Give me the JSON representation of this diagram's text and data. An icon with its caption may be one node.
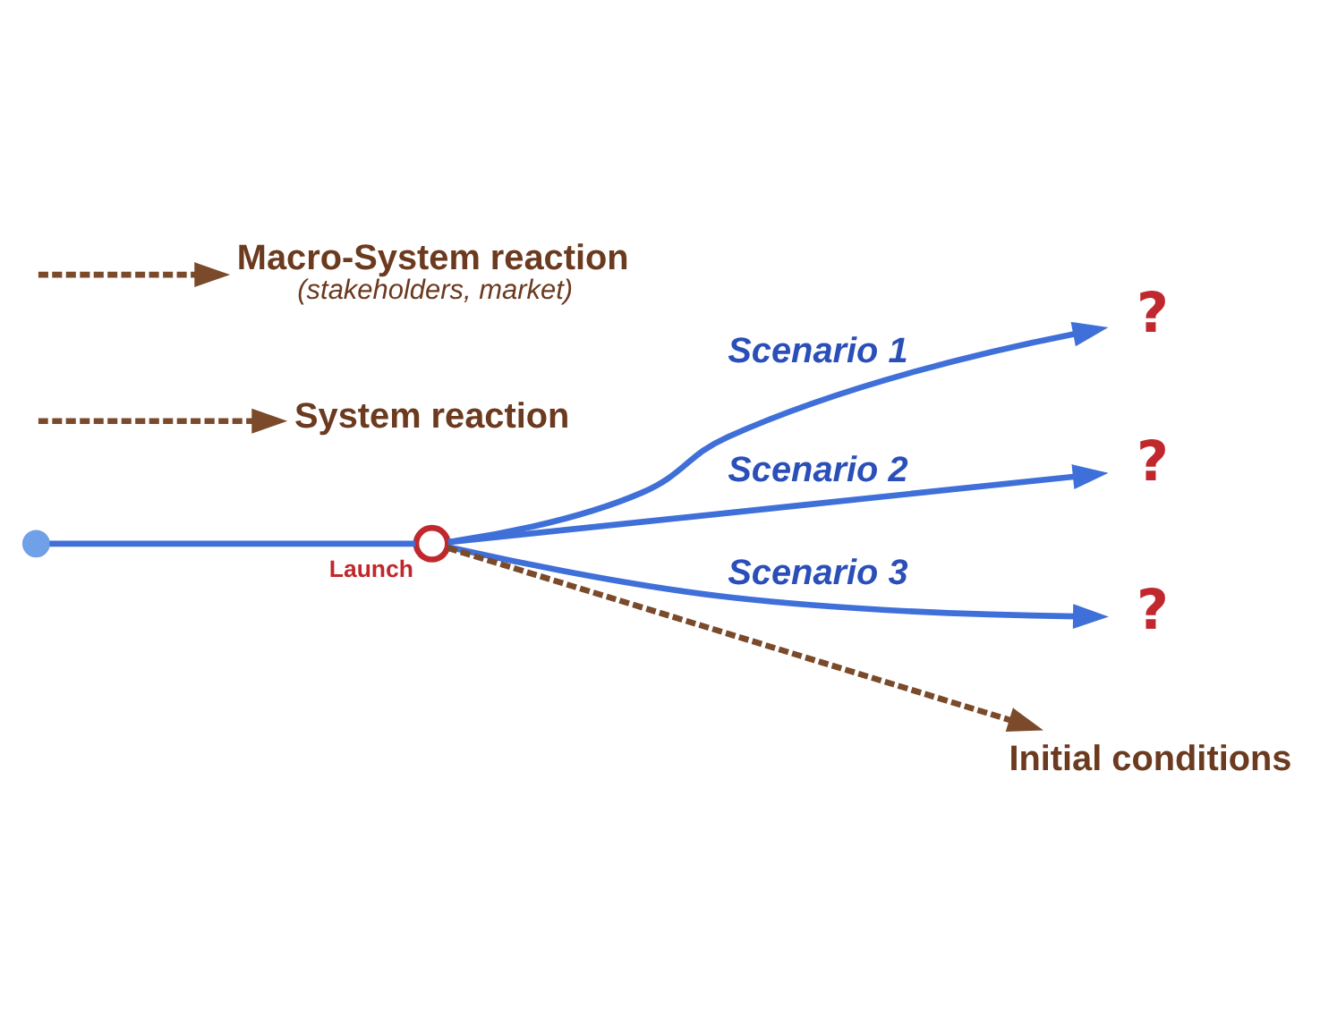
{
  "diagram": {
    "nodes": [
      {
        "text": [],
        "shape": "circle"
      },
      {
        "text": [],
        "shape": "circle",
        "beside": [
          "Launch"
        ]
      },
      {
        "text": [
          "?"
        ]
      },
      {
        "text": [
          "?"
        ]
      },
      {
        "text": [
          "?"
        ]
      },
      {
        "text": [
          "Initial conditions"
        ]
      },
      {
        "text": [
          "System reaction"
        ]
      },
      {
        "text": [
          "Macro-System reaction",
          "(stakeholders, market)"
        ]
      }
    ],
    "edges": [
      {
        "from": 0,
        "to": 1,
        "arrow": "none"
      },
      {
        "from": 1,
        "to": 2,
        "arrow": "to",
        "label": "Scenario 1"
      },
      {
        "from": 1,
        "to": 3,
        "arrow": "to",
        "label": "Scenario 2"
      },
      {
        "from": 1,
        "to": 4,
        "arrow": "to",
        "label": "Scenario 3"
      },
      {
        "from": 1,
        "to": 5,
        "arrow": "to",
        "style": "dashed",
        "color": "#7a4a2a"
      },
      {
        "from": null,
        "to": 6,
        "arrow": "to",
        "style": "dashed",
        "color": "#7a4a2a"
      },
      {
        "from": null,
        "to": 7,
        "arrow": "to",
        "style": "dashed",
        "color": "#7a4a2a"
      }
    ]
  }
}
